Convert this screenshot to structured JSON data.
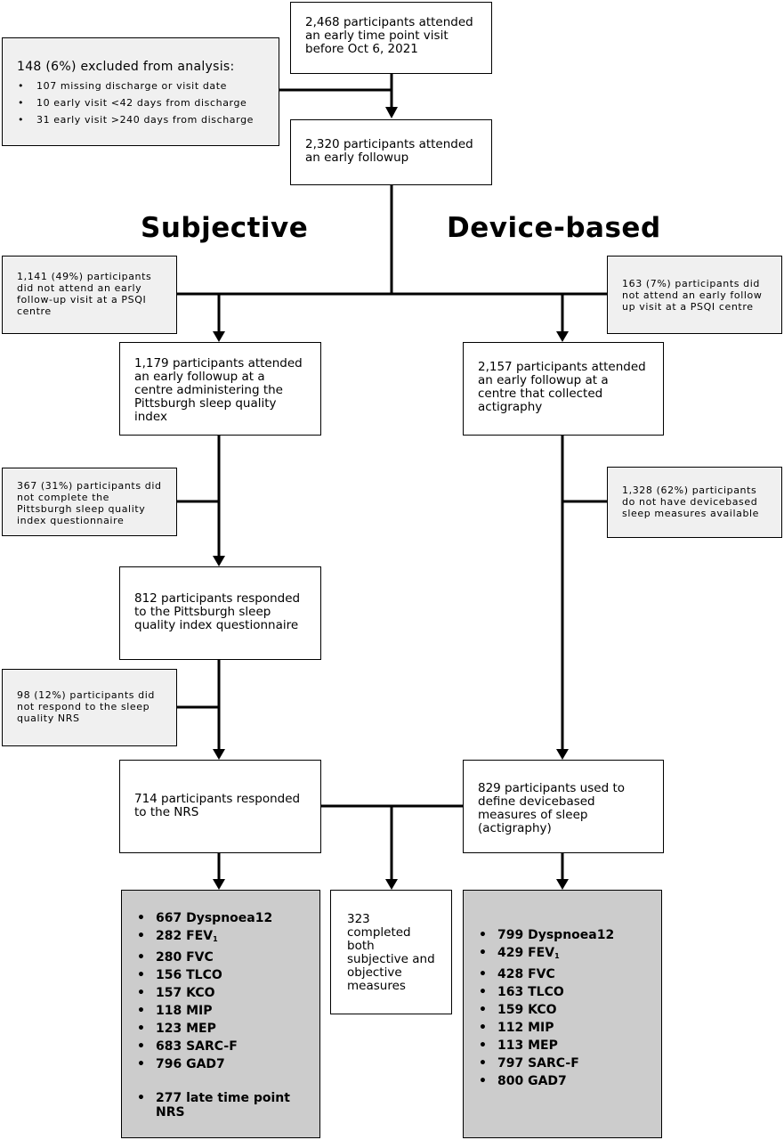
{
  "top": {
    "attended": "2,468 participants attended\nan early time point visit\nbefore Oct 6, 2021",
    "excluded_title": "148 (6%) excluded from analysis:",
    "excluded_items": [
      "107 missing discharge or visit date",
      "10 early visit <42 days from discharge",
      "31 early visit >240 days from discharge"
    ],
    "followup": "2,320 participants attended\nan early followup"
  },
  "headings": {
    "subjective": "Subjective",
    "device": "Device-based"
  },
  "subjective": {
    "excl1": "1,141 (49%) participants\ndid not attend an early\nfollow-up visit at a PSQI\ncentre",
    "box1": "1,179 participants attended\nan early followup at a\ncentre administering the\nPittsburgh sleep quality\nindex",
    "excl2": "367 (31%) participants did\nnot complete the\nPittsburgh sleep quality\nindex questionnaire",
    "box2": "812 participants responded\nto the Pittsburgh sleep\nquality index questionnaire",
    "excl3": "98 (12%) participants did\nnot respond to the sleep\nquality NRS",
    "box3": "714 participants responded\nto the NRS",
    "outcomes": [
      {
        "text": "667 Dyspnoea12"
      },
      {
        "text": "282 FEV",
        "sub": "1"
      },
      {
        "text": "280 FVC"
      },
      {
        "text": "156 TLCO"
      },
      {
        "text": "157 KCO"
      },
      {
        "text": "118 MIP"
      },
      {
        "text": "123 MEP"
      },
      {
        "text": "683 SARC-F"
      },
      {
        "text": "796 GAD7"
      }
    ],
    "late": "277 late time point\nNRS"
  },
  "device": {
    "excl1": "163 (7%) participants did\nnot attend an early follow\nup visit at a PSQI centre",
    "box1": "2,157 participants attended\nan early followup at a\ncentre that collected\nactigraphy",
    "excl2": "1,328 (62%) participants\ndo not have devicebased\nsleep measures available",
    "box3": "829 participants used to\ndefine devicebased\nmeasures of sleep\n(actigraphy)",
    "outcomes": [
      {
        "text": "799 Dyspnoea12"
      },
      {
        "text": "429 FEV",
        "sub": "1"
      },
      {
        "text": "428 FVC"
      },
      {
        "text": "163 TLCO"
      },
      {
        "text": "159 KCO"
      },
      {
        "text": "112 MIP"
      },
      {
        "text": "113 MEP"
      },
      {
        "text": "797 SARC-F"
      },
      {
        "text": "800 GAD7"
      }
    ]
  },
  "both": "323\ncompleted\nboth\nsubjective and\nobjective\nmeasures"
}
